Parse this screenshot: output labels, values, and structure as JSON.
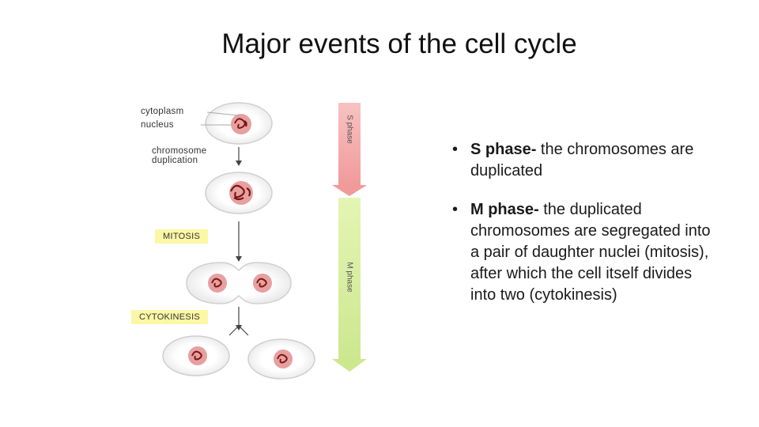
{
  "title": "Major events of the cell cycle",
  "figure": {
    "labels": {
      "cytoplasm": "cytoplasm",
      "nucleus": "nucleus",
      "chromosome_duplication_line1": "chromosome",
      "chromosome_duplication_line2": "duplication",
      "mitosis": "MITOSIS",
      "cytokinesis": "CYTOKINESIS"
    },
    "phase_bars": {
      "s_phase": "S phase",
      "m_phase": "M phase"
    },
    "colors": {
      "s_phase_bar": "#f2a7a7",
      "m_phase_bar": "#d6ee9c",
      "highlight": "#fbf7a6",
      "nucleus": "#e7a0a0",
      "chromosome": "#7a1616"
    }
  },
  "bullets": [
    {
      "term": "S phase-",
      "text": " the chromosomes are duplicated"
    },
    {
      "term": "M phase-",
      "text": " the duplicated chromosomes are segregated into a pair of daughter nuclei (mitosis), after which the cell itself divides into two (cytokinesis)"
    }
  ]
}
